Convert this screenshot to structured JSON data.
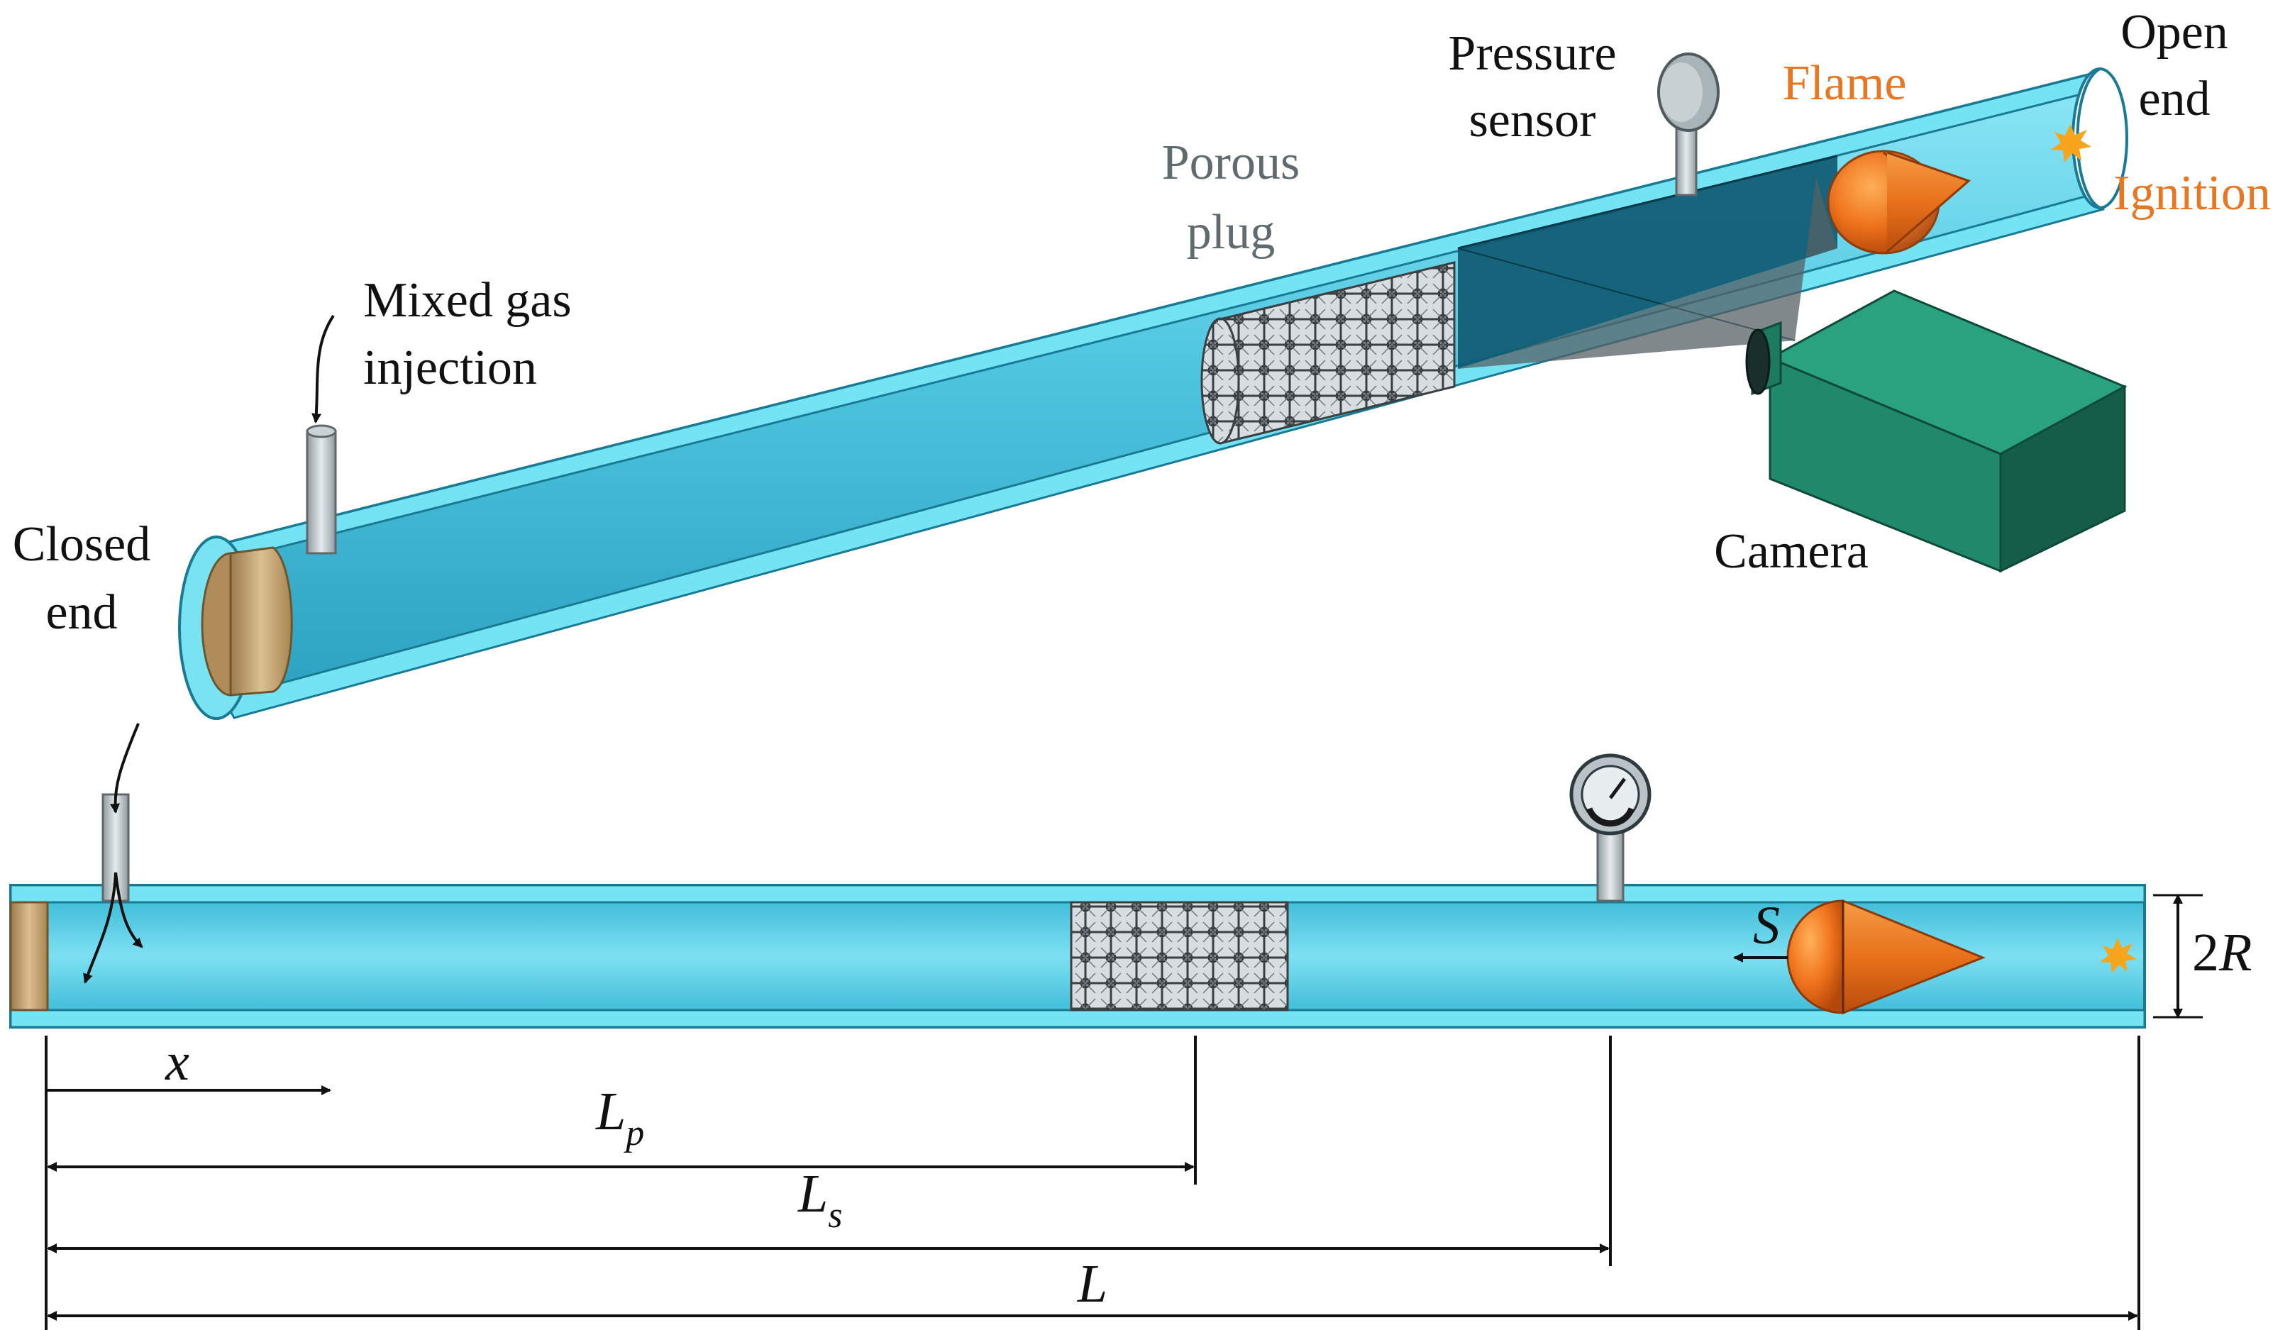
{
  "labels": {
    "open_end": [
      "Open",
      "end"
    ],
    "pressure_sensor": [
      "Pressure",
      "sensor"
    ],
    "flame": "Flame",
    "ignition": "Ignition",
    "porous_plug": [
      "Porous",
      "plug"
    ],
    "mixed_gas_injection": [
      "Mixed gas",
      "injection"
    ],
    "closed_end": [
      "Closed",
      "end"
    ],
    "camera": "Camera"
  },
  "dimensions": {
    "x": "x",
    "lp_main": "L",
    "lp_sub": "p",
    "ls_main": "L",
    "ls_sub": "s",
    "l": "L",
    "two_r_num": "2",
    "two_r_sym": "R",
    "s": "S"
  },
  "colors": {
    "tube": "#5fd3ea",
    "tube_dark": "#2aa3c2",
    "tube_rim": "#74e4f4",
    "cap": "#c8a676",
    "flame": "#ef6c16",
    "camera": "#21896b",
    "camera_dark": "#145e49",
    "label_orange": "#e87722",
    "label_gray": "#5f6b6e"
  },
  "icons": [
    "pressure-gauge-icon",
    "ignition-spark-icon",
    "flame-icon",
    "camera-icon"
  ]
}
